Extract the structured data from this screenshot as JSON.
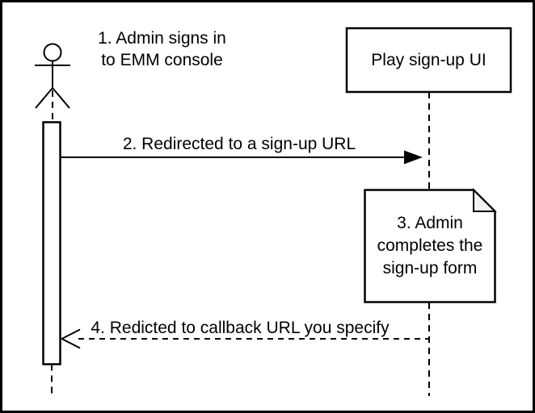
{
  "diagram": {
    "kind": "uml-sequence-diagram",
    "colors": {
      "stroke": "#000000",
      "background": "#ffffff",
      "note_fold": "#f2f2f2"
    },
    "actor": {
      "role": "Admin (EMM console user)"
    },
    "participant": {
      "label": "Play sign-up UI"
    },
    "note": {
      "text": "3. Admin\ncompletes the\nsign-up form"
    },
    "messages": {
      "m1": {
        "text": "1. Admin signs in\nto EMM console"
      },
      "m2": {
        "text": "2. Redirected to a sign-up URL",
        "line_style": "solid",
        "arrowhead": "filled",
        "direction": "right"
      },
      "m4": {
        "text": "4. Redicted to callback URL you specify",
        "line_style": "dashed",
        "arrowhead": "open",
        "direction": "left"
      }
    }
  }
}
